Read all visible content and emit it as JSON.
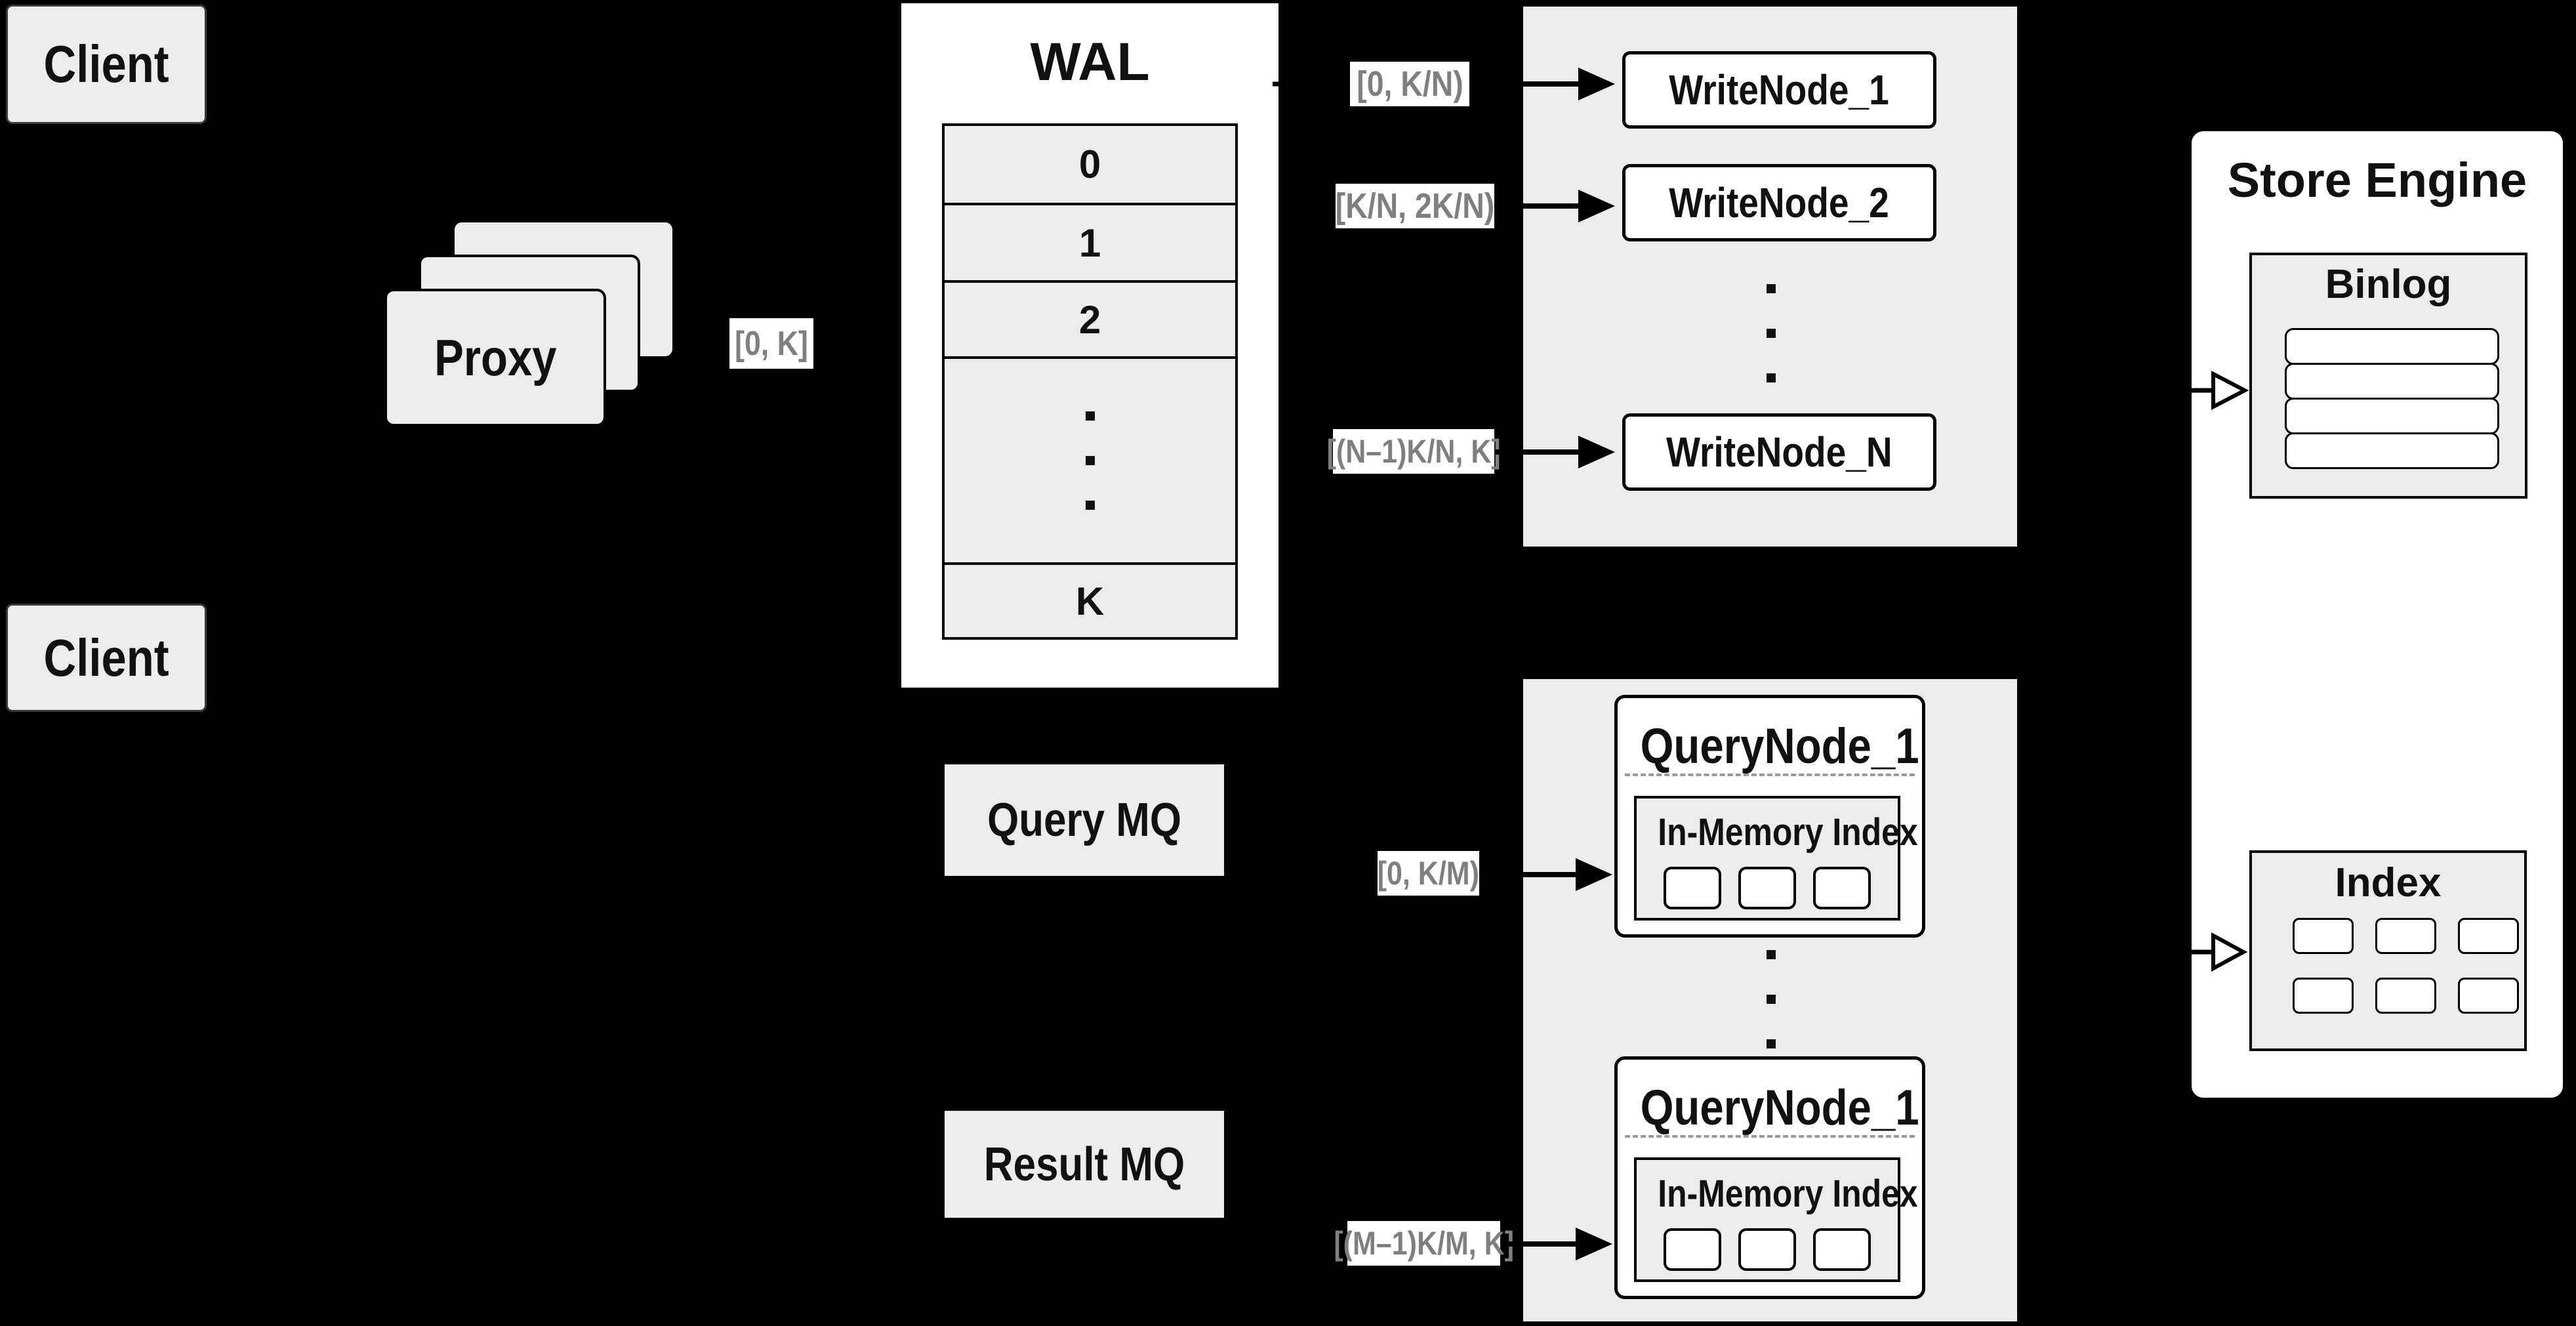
{
  "colors": {
    "background": "#000000",
    "panel_gray": "#ececec",
    "box_white": "#ffffff",
    "line_black": "#000000",
    "range_label_text": "#7f7f7f"
  },
  "clients": {
    "top_label": "Client",
    "bottom_label": "Client"
  },
  "proxy": {
    "label": "Proxy",
    "range_label": "[0, K]"
  },
  "wal": {
    "title": "WAL",
    "rows": [
      "0",
      "1",
      "2",
      "K"
    ]
  },
  "write_section": {
    "labels": [
      "[0,  K/N)",
      "[K/N, 2K/N)",
      "[(N–1)K/N,  K]"
    ],
    "nodes": [
      "WriteNode_1",
      "WriteNode_2",
      "WriteNode_N"
    ]
  },
  "mq": {
    "query": "Query MQ",
    "result": "Result MQ"
  },
  "query_section": {
    "labels": [
      "[0, K/M)",
      "[(M–1)K/M, K]"
    ],
    "nodes": [
      {
        "title": "QueryNode_1",
        "index_title": "In-Memory Index"
      },
      {
        "title": "QueryNode_1",
        "index_title": "In-Memory Index"
      }
    ]
  },
  "store_engine": {
    "title": "Store Engine",
    "binlog_title": "Binlog",
    "index_title": "Index"
  }
}
